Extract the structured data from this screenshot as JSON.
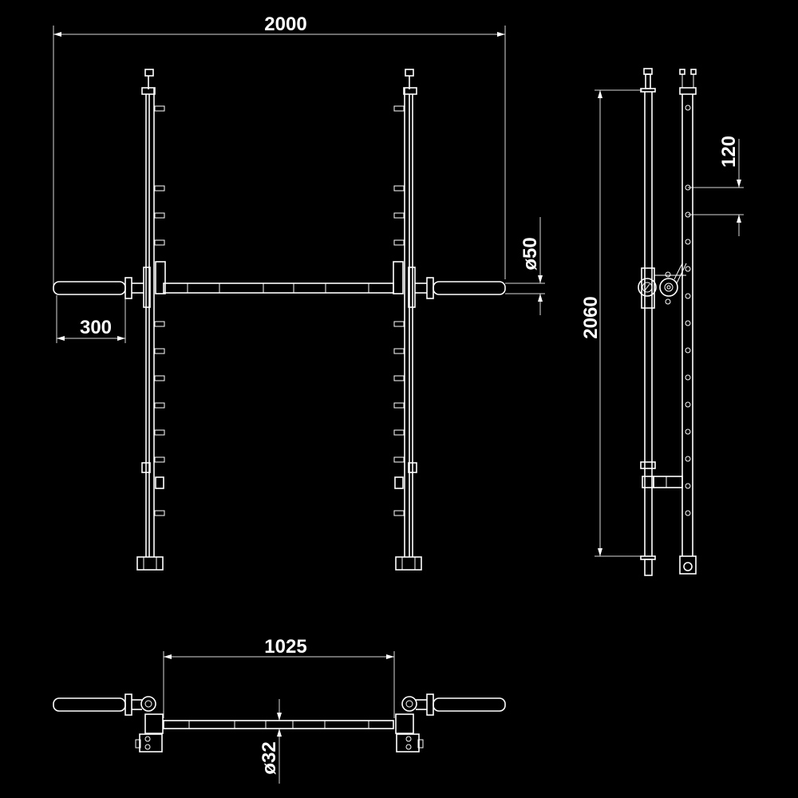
{
  "drawing": {
    "type": "technical-drawing",
    "subject": "Smith machine / wall-mounted rack with barbell",
    "background": "#000000",
    "line_color": "#ffffff",
    "views": [
      "front",
      "side",
      "top"
    ]
  },
  "dimensions": {
    "overall_width": "2000",
    "bar_sleeve_length": "300",
    "bar_sleeve_diameter": "ø50",
    "overall_height": "2060",
    "hole_spacing": "120",
    "inner_width": "1025",
    "bar_shaft_diameter": "ø32"
  }
}
